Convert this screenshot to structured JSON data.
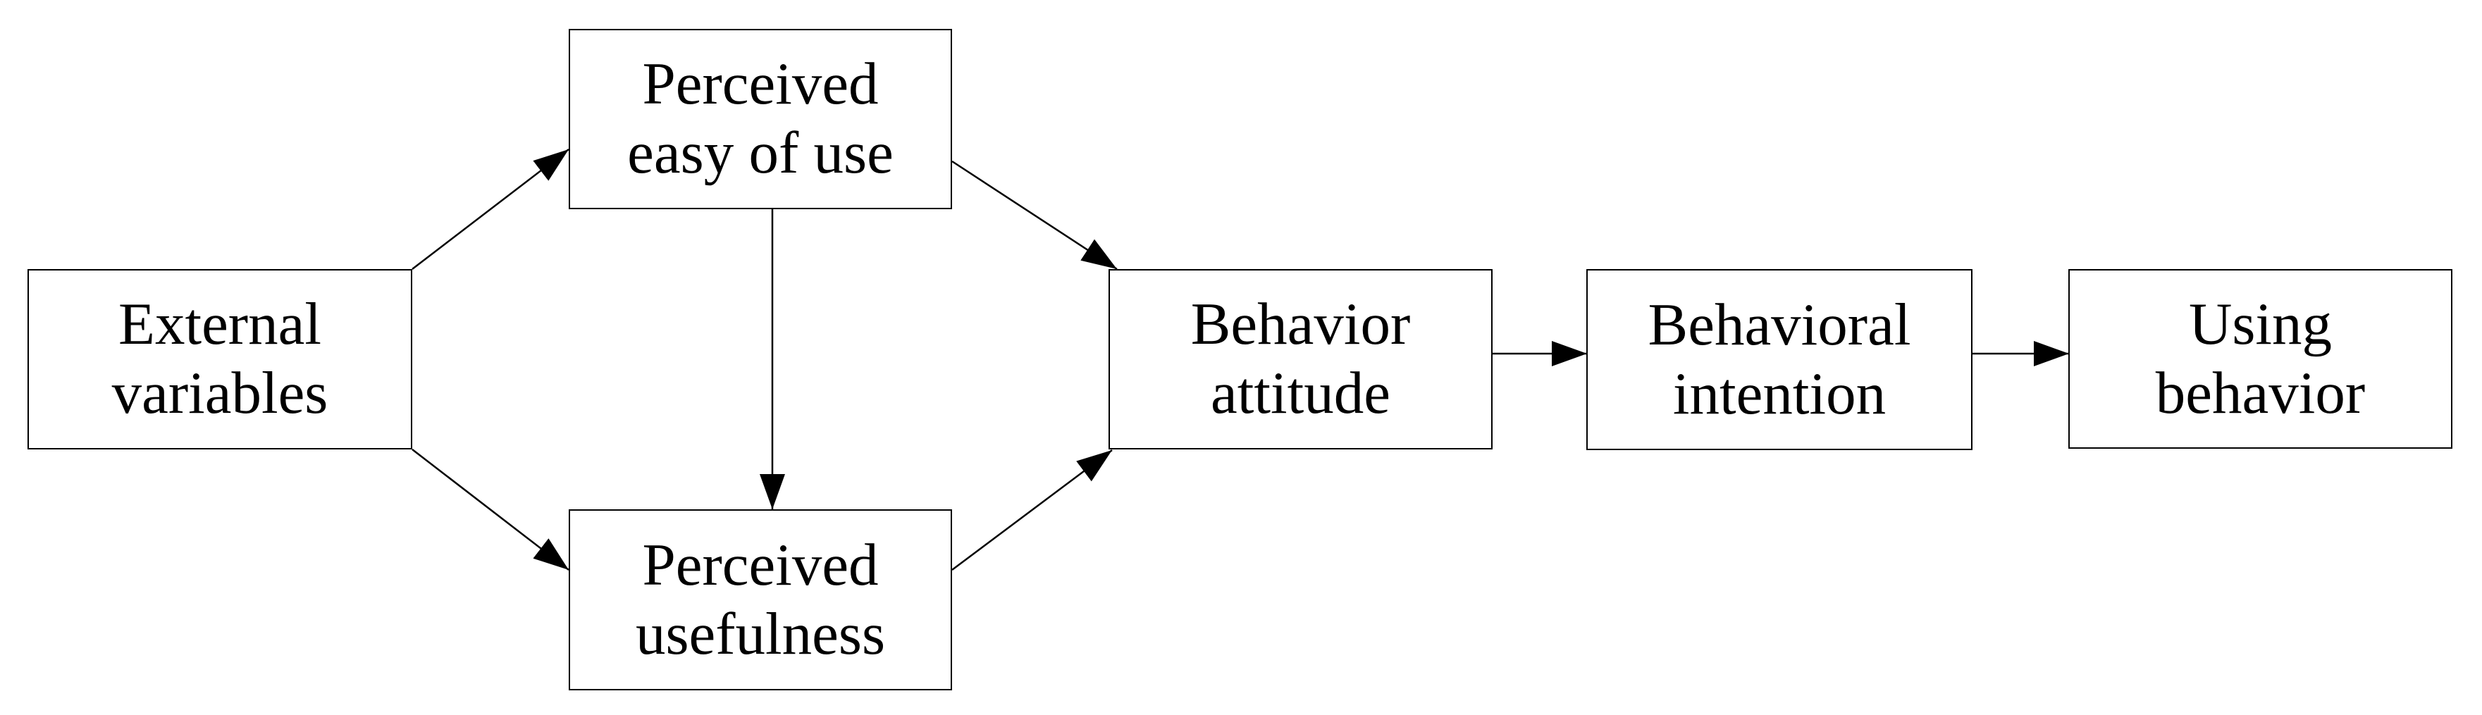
{
  "diagram": {
    "nodes": [
      {
        "id": "external-variables",
        "label_lines": [
          "External",
          "variables"
        ]
      },
      {
        "id": "perceived-easy-of-use",
        "label_lines": [
          "Perceived",
          "easy of use"
        ]
      },
      {
        "id": "perceived-usefulness",
        "label_lines": [
          "Perceived",
          "usefulness"
        ]
      },
      {
        "id": "behavior-attitude",
        "label_lines": [
          "Behavior",
          "attitude"
        ]
      },
      {
        "id": "behavioral-intention",
        "label_lines": [
          "Behavioral",
          "intention"
        ]
      },
      {
        "id": "using-behavior",
        "label_lines": [
          "Using",
          "behavior"
        ]
      }
    ],
    "edges": [
      {
        "from": "external-variables",
        "to": "perceived-easy-of-use"
      },
      {
        "from": "external-variables",
        "to": "perceived-usefulness"
      },
      {
        "from": "perceived-easy-of-use",
        "to": "perceived-usefulness"
      },
      {
        "from": "perceived-easy-of-use",
        "to": "behavior-attitude"
      },
      {
        "from": "perceived-usefulness",
        "to": "behavior-attitude"
      },
      {
        "from": "behavior-attitude",
        "to": "behavioral-intention"
      },
      {
        "from": "behavioral-intention",
        "to": "using-behavior"
      }
    ],
    "colors": {
      "background": "#ffffff",
      "box_fill": "#ffffff",
      "box_border": "#000000",
      "text": "#000000",
      "line": "#000000"
    }
  }
}
